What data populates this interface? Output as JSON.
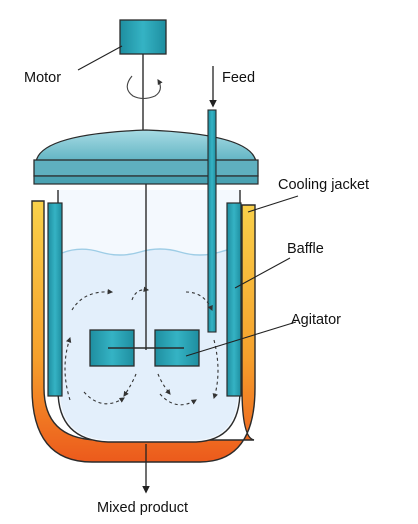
{
  "labels": {
    "motor": "Motor",
    "feed": "Feed",
    "cooling_jacket": "Cooling jacket",
    "baffle": "Baffle",
    "agitator": "Agitator",
    "mixed_product": "Mixed product"
  },
  "colors": {
    "teal": "#2aa3b5",
    "teal_dark": "#1f7f8e",
    "lid": "#7ec6d3",
    "liquid": "#e6f1fb",
    "jacket_orange": "#ef6a21",
    "jacket_yellow": "#f7c53a",
    "outline": "#2b2b2b"
  }
}
